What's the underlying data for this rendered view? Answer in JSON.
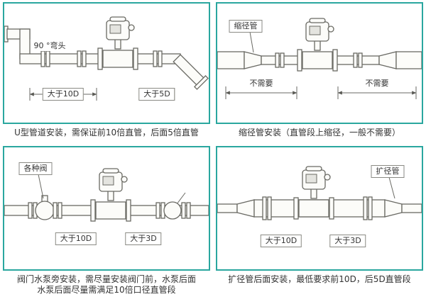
{
  "theme": {
    "panel_border": "#2aa79f",
    "line_color": "#6a6a64",
    "caption_color": "#333333"
  },
  "panels": {
    "u_type": {
      "caption": "U型管道安装，需保证前10倍直管，后面5倍直管",
      "labels": {
        "elbow": "90 °弯头",
        "dim_left": "大于10D",
        "dim_right": "大于5D"
      }
    },
    "reducer": {
      "caption": "缩径管安装（直管段上缩径，一般不需要）",
      "labels": {
        "part": "缩径管",
        "dim_left": "不需要",
        "dim_right": "不需要"
      }
    },
    "valve_pump": {
      "caption": "阀门水泵旁安装，需尽量安装阀门前，水泵后面\n水泵后面尽量需满足10倍口径直管段",
      "labels": {
        "part": "各种阀",
        "dim_left": "大于10D",
        "dim_right": "大于3D"
      }
    },
    "expander": {
      "caption": "扩径管后面安装，最低要求前10D，后5D直管段",
      "labels": {
        "part": "扩径管",
        "dim_left": "大于10D",
        "dim_right": "大于3D"
      }
    }
  }
}
